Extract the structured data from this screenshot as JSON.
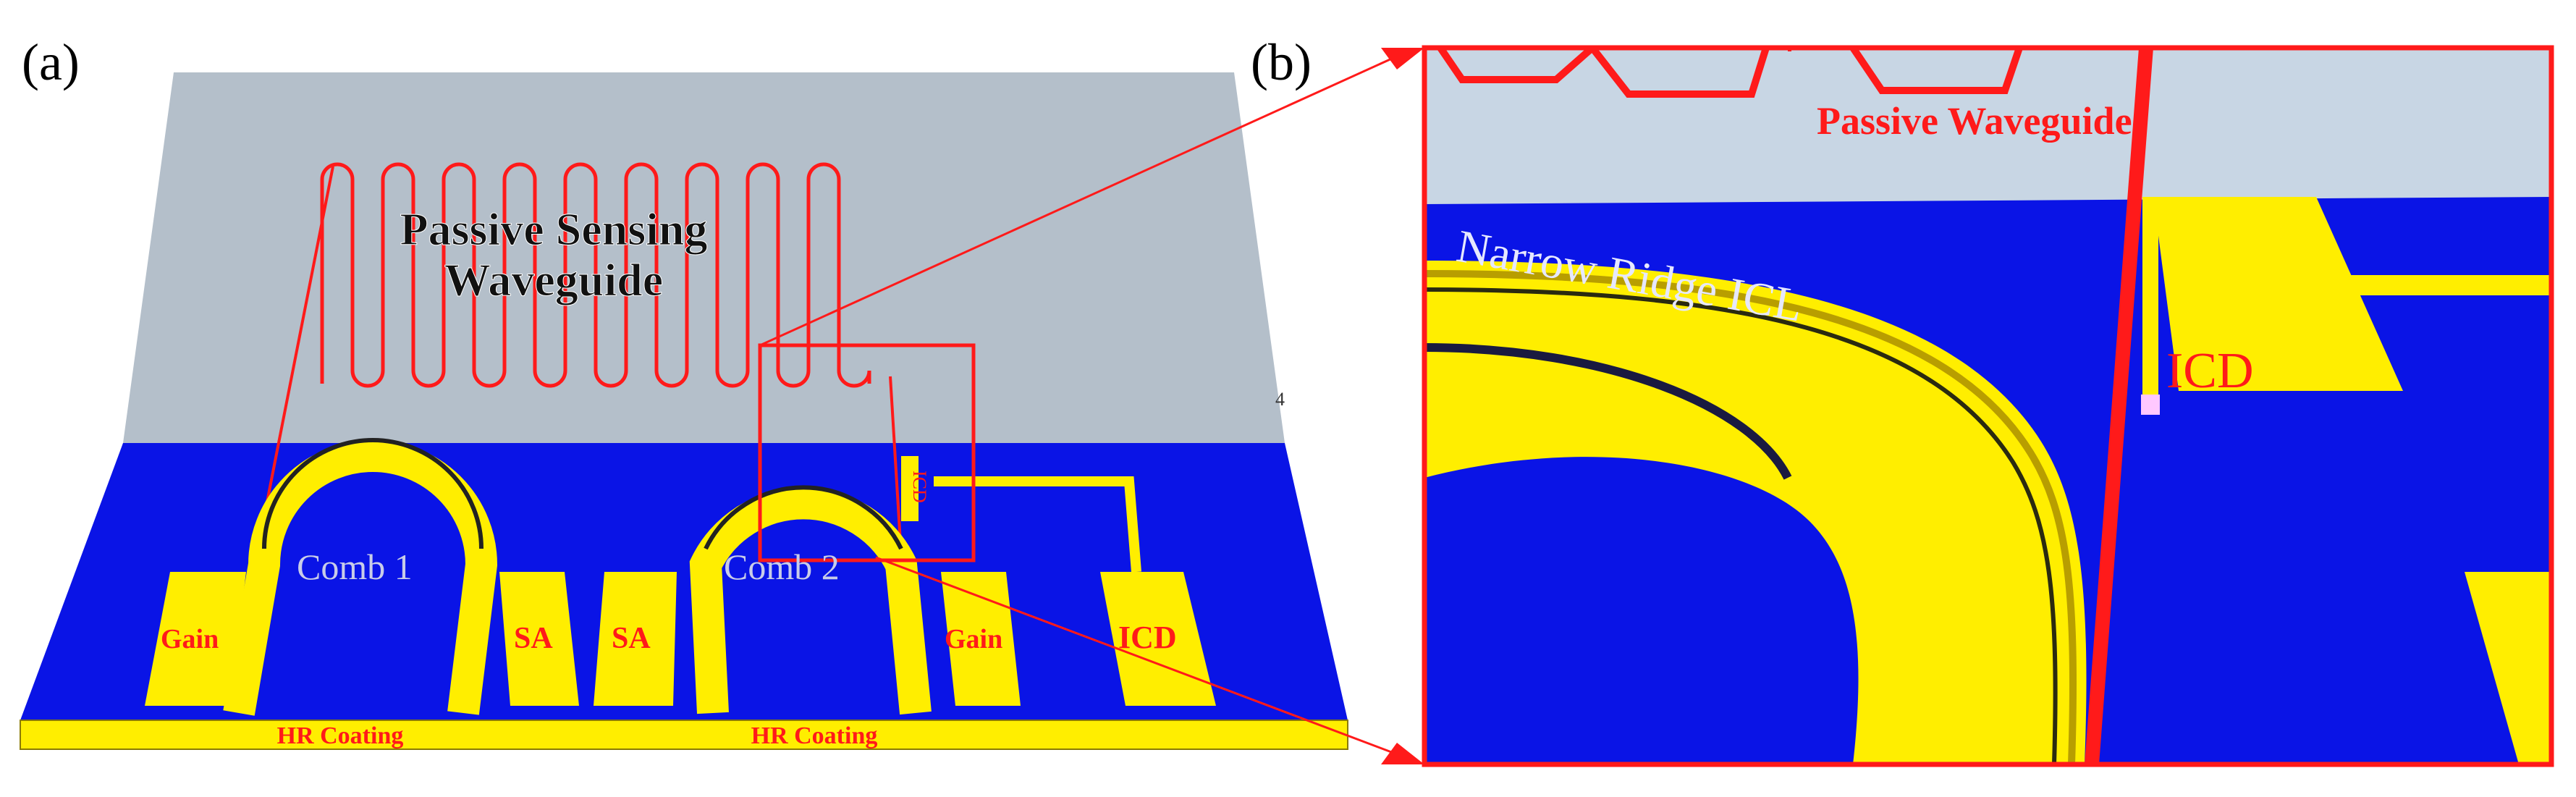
{
  "panel_a": {
    "tag": "(a)",
    "sensing_line1": "Passive Sensing",
    "sensing_line2": "Waveguide",
    "comb1": "Comb 1",
    "comb2": "Comb 2",
    "gain_left": "Gain",
    "sa_left": "SA",
    "sa_right": "SA",
    "gain_right": "Gain",
    "icd_pad": "ICD",
    "icd_small": "ICD",
    "hr1": "HR Coating",
    "hr2": "HR Coating",
    "stray": "4"
  },
  "panel_b": {
    "tag": "(b)",
    "passive": "Passive Waveguide",
    "narrow": "Narrow Ridge ICL",
    "icd": "ICD"
  },
  "colors": {
    "substrate_top": "#b4bfca",
    "laser_region": "#0a14e6",
    "gold": "#ffee00",
    "waveguide_red": "#ff1a1a",
    "zoom_light": "#c8d6e4"
  }
}
